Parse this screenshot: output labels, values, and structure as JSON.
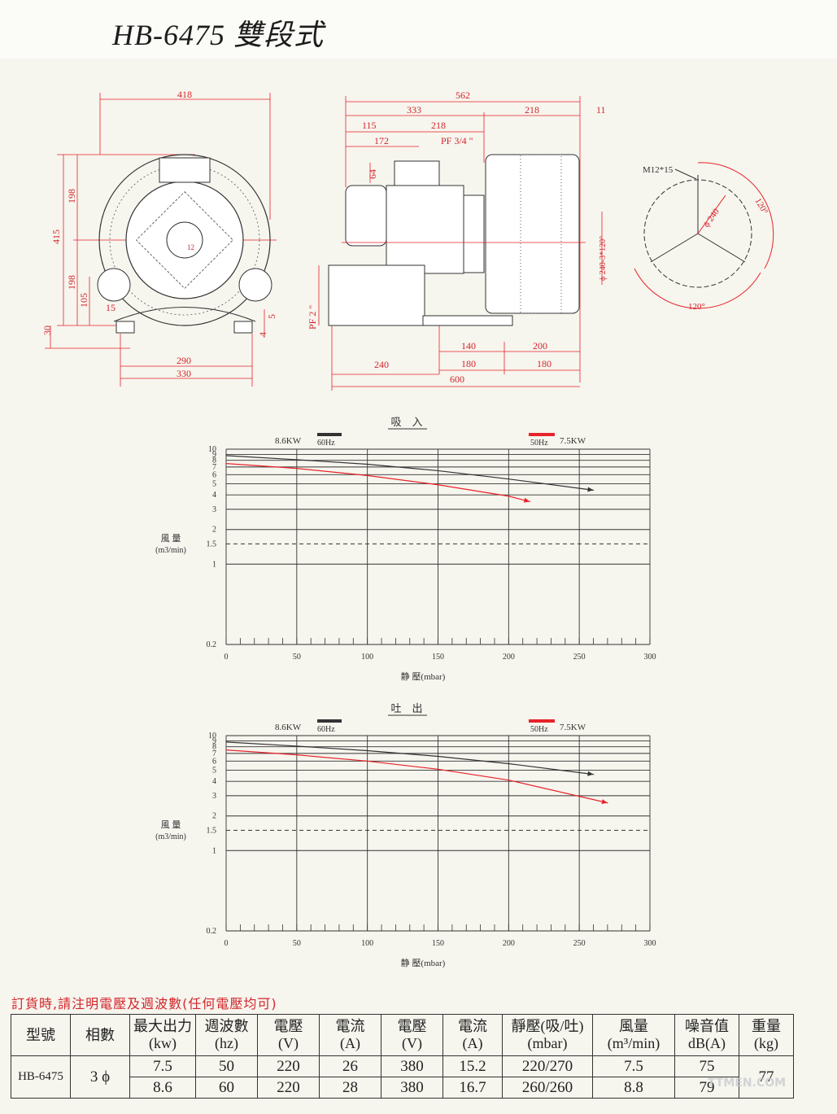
{
  "page": {
    "title": "HB-6475 雙段式"
  },
  "drawing": {
    "front_view": {
      "dimensions": [
        "418",
        "198",
        "198",
        "415",
        "105",
        "15",
        "30",
        "4",
        "5",
        "290",
        "330",
        "12"
      ]
    },
    "side_view": {
      "dimensions": [
        "562",
        "333",
        "218",
        "11",
        "115",
        "218",
        "172",
        "PF 3/4 \"",
        "64",
        "PF 2 \"",
        "ϕ 240-3*120°",
        "140",
        "200",
        "180",
        "180",
        "240",
        "600"
      ]
    },
    "flange_view": {
      "labels": [
        "M12*15",
        "120°",
        "ϕ 240",
        "120°"
      ]
    }
  },
  "charts": [
    {
      "heading": "吸　入",
      "legend": {
        "left_power": "8.6KW",
        "left_freq": "60Hz",
        "right_freq": "50Hz",
        "right_power": "7.5KW"
      },
      "ylabel_line1": "風 量",
      "ylabel_line2": "(m3/min)",
      "xlabel": "静 壓(mbar)"
    },
    {
      "heading": "吐　出",
      "legend": {
        "left_power": "8.6KW",
        "left_freq": "60Hz",
        "right_freq": "50Hz",
        "right_power": "7.5KW"
      },
      "ylabel_line1": "風 量",
      "ylabel_line2": "(m3/min)",
      "xlabel": "静 壓(mbar)"
    }
  ],
  "chart_data": [
    {
      "type": "line",
      "title": "吸　入",
      "xlabel": "静 壓(mbar)",
      "ylabel": "風 量 (m3/min)",
      "y_scale": "log",
      "xlim": [
        0,
        300
      ],
      "ylim": [
        0.2,
        10
      ],
      "x_ticks": [
        0,
        50,
        100,
        150,
        200,
        250,
        300
      ],
      "y_ticks": [
        10,
        9,
        8,
        7,
        6,
        5,
        4,
        3,
        2,
        1.5,
        1,
        0.2
      ],
      "dashed_reference_y": 1.5,
      "grid": true,
      "series": [
        {
          "name": "60Hz 8.6KW",
          "color": "#333333",
          "x": [
            0,
            50,
            100,
            150,
            200,
            260
          ],
          "y": [
            8.8,
            8.1,
            7.4,
            6.5,
            5.5,
            4.4
          ]
        },
        {
          "name": "50Hz 7.5KW",
          "color": "#e8232a",
          "x": [
            0,
            50,
            100,
            150,
            200,
            215
          ],
          "y": [
            7.5,
            6.8,
            5.9,
            4.9,
            3.9,
            3.5
          ]
        }
      ]
    },
    {
      "type": "line",
      "title": "吐　出",
      "xlabel": "静 壓(mbar)",
      "ylabel": "風 量 (m3/min)",
      "y_scale": "log",
      "xlim": [
        0,
        300
      ],
      "ylim": [
        0.2,
        10
      ],
      "x_ticks": [
        0,
        50,
        100,
        150,
        200,
        250,
        300
      ],
      "y_ticks": [
        10,
        9,
        8,
        7,
        6,
        5,
        4,
        3,
        2,
        1.5,
        1,
        0.2
      ],
      "dashed_reference_y": 1.5,
      "grid": true,
      "series": [
        {
          "name": "60Hz 8.6KW",
          "color": "#333333",
          "x": [
            0,
            50,
            100,
            150,
            200,
            260
          ],
          "y": [
            8.8,
            8.1,
            7.4,
            6.6,
            5.7,
            4.6
          ]
        },
        {
          "name": "50Hz 7.5KW",
          "color": "#e8232a",
          "x": [
            0,
            50,
            100,
            150,
            200,
            270
          ],
          "y": [
            7.5,
            6.8,
            6.0,
            5.1,
            4.1,
            2.6
          ]
        }
      ]
    }
  ],
  "order_note": "訂貨時,請注明電壓及週波數(任何電壓均可)",
  "spec_table": {
    "headers": [
      [
        "型號"
      ],
      [
        "相數"
      ],
      [
        "最大出力",
        "(kw)"
      ],
      [
        "週波數",
        "(hz)"
      ],
      [
        "電壓",
        "(V)"
      ],
      [
        "電流",
        "(A)"
      ],
      [
        "電壓",
        "(V)"
      ],
      [
        "電流",
        "(A)"
      ],
      [
        "靜壓(吸/吐)",
        "(mbar)"
      ],
      [
        "風量",
        "(m³/min)"
      ],
      [
        "噪音值",
        "dB(A)"
      ],
      [
        "重量",
        "(kg)"
      ]
    ],
    "model": "HB-6475",
    "phase": "3 ϕ",
    "weight": "77",
    "rows": [
      [
        "7.5",
        "50",
        "220",
        "26",
        "380",
        "15.2",
        "220/270",
        "7.5",
        "75"
      ],
      [
        "8.6",
        "60",
        "220",
        "28",
        "380",
        "16.7",
        "260/260",
        "8.8",
        "79"
      ]
    ]
  },
  "watermark": "TTMEN.COM"
}
